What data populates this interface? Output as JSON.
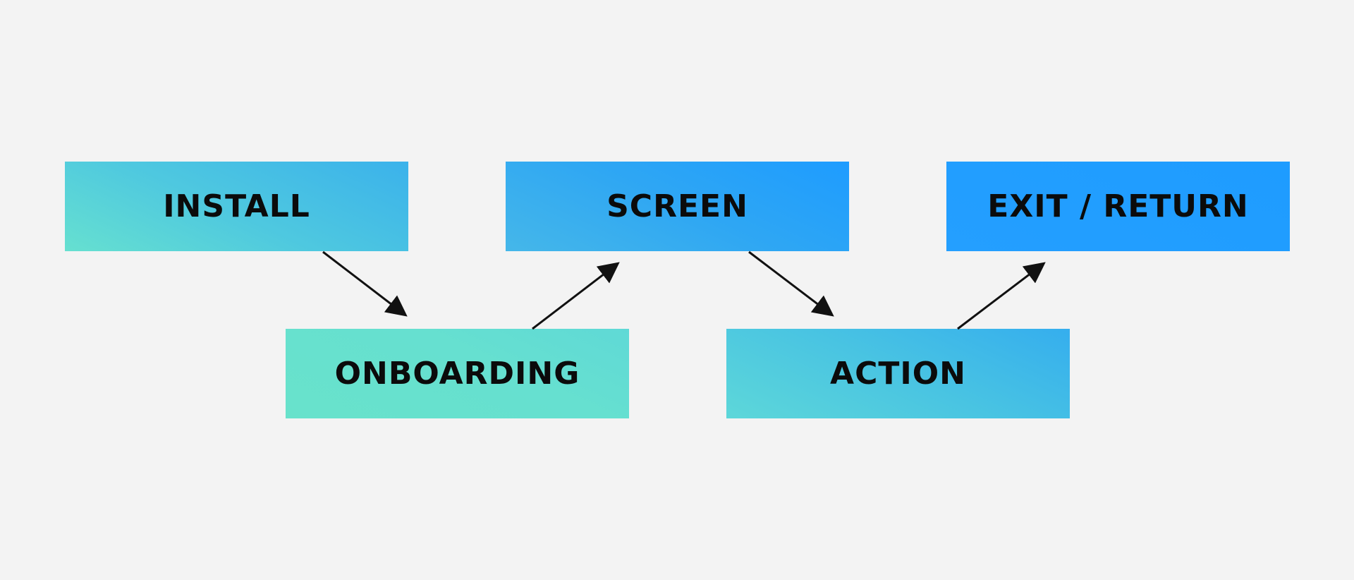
{
  "diagram": {
    "nodes": {
      "install": {
        "label": "INSTALL"
      },
      "screen": {
        "label": "SCREEN"
      },
      "exit_return": {
        "label": "EXIT / RETURN"
      },
      "onboarding": {
        "label": "ONBOARDING"
      },
      "action": {
        "label": "ACTION"
      }
    },
    "edges": [
      {
        "from": "install",
        "to": "onboarding"
      },
      {
        "from": "onboarding",
        "to": "screen"
      },
      {
        "from": "screen",
        "to": "action"
      },
      {
        "from": "action",
        "to": "exit_return"
      }
    ],
    "colors": {
      "background": "#f3f3f3",
      "teal": "#66e0d0",
      "blue": "#1e9cff",
      "text": "#0b0b0b",
      "arrow": "#111111"
    }
  }
}
